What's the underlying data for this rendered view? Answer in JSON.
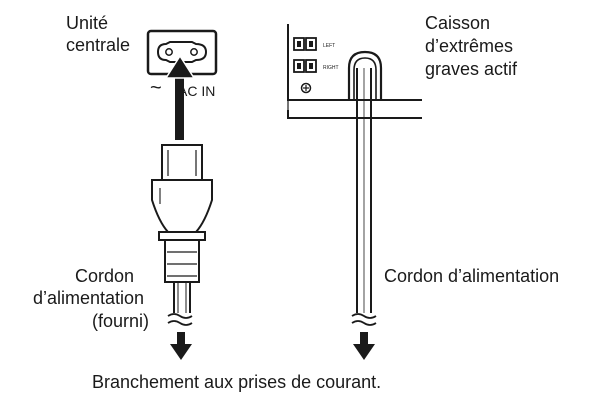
{
  "left_unit": {
    "title_line1": "Unité",
    "title_line2": "centrale",
    "socket_label": "AC IN",
    "ac_symbol": "~",
    "cord_label_line1": "Cordon",
    "cord_label_line2": "d’alimentation",
    "cord_label_line3": "(fourni)"
  },
  "right_unit": {
    "title_line1": "Caisson",
    "title_line2": "d’extrêmes",
    "title_line3": "graves actif",
    "terminal_label_top": "LEFT",
    "terminal_label_bottom": "RIGHT",
    "cord_label": "Cordon d’alimentation"
  },
  "caption": "Branchement aux prises de courant.",
  "colors": {
    "ink": "#1a1a1a",
    "background": "#ffffff"
  },
  "icons": {
    "socket": "ac-inlet-icon",
    "plug": "power-plug-icon",
    "arrow_up": "arrow-up-icon",
    "arrow_down": "arrow-down-icon"
  }
}
